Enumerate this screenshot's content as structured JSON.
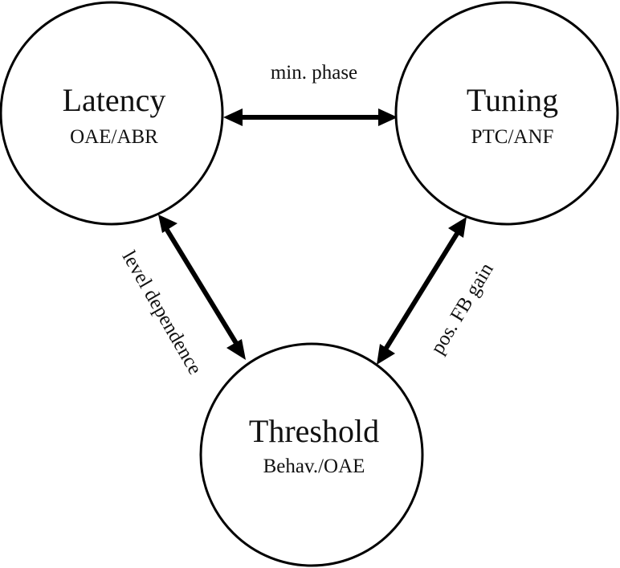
{
  "nodes": {
    "latency": {
      "title": "Latency",
      "subtitle": "OAE/ABR"
    },
    "tuning": {
      "title": "Tuning",
      "subtitle": "PTC/ANF"
    },
    "threshold": {
      "title": "Threshold",
      "subtitle": "Behav./OAE"
    }
  },
  "edges": {
    "latency_tuning": {
      "label": "min. phase"
    },
    "latency_threshold": {
      "label": "level dependence"
    },
    "tuning_threshold": {
      "label": "pos. FB gain"
    }
  },
  "colors": {
    "stroke": "#000000",
    "text": "#111111",
    "background": "#ffffff"
  }
}
